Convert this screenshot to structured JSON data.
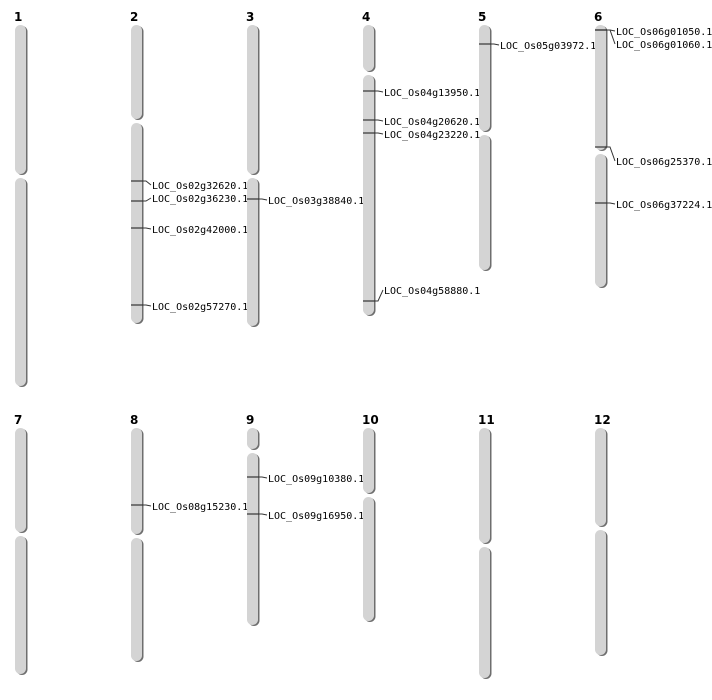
{
  "chromosomes": [
    {
      "name": "1",
      "genes": []
    },
    {
      "name": "2",
      "genes": [
        "LOC_Os02g32620.1",
        "LOC_Os02g36230.1",
        "LOC_Os02g42000.1",
        "LOC_Os02g57270.1"
      ]
    },
    {
      "name": "3",
      "genes": [
        "LOC_Os03g38840.1"
      ]
    },
    {
      "name": "4",
      "genes": [
        "LOC_Os04g13950.1",
        "LOC_Os04g20620.1",
        "LOC_Os04g23220.1",
        "LOC_Os04g58880.1"
      ]
    },
    {
      "name": "5",
      "genes": [
        "LOC_Os05g03972.1"
      ]
    },
    {
      "name": "6",
      "genes": [
        "LOC_Os06g01050.1",
        "LOC_Os06g01060.1",
        "LOC_Os06g25370.1",
        "LOC_Os06g37224.1"
      ]
    },
    {
      "name": "7",
      "genes": []
    },
    {
      "name": "8",
      "genes": [
        "LOC_Os08g15230.1"
      ]
    },
    {
      "name": "9",
      "genes": [
        "LOC_Os09g10380.1",
        "LOC_Os09g16950.1"
      ]
    },
    {
      "name": "10",
      "genes": []
    },
    {
      "name": "11",
      "genes": []
    },
    {
      "name": "12",
      "genes": []
    }
  ],
  "colors": {
    "chromosome": "#d4d4d4",
    "shadow": "#6e6e6e",
    "marker": "#333333"
  }
}
